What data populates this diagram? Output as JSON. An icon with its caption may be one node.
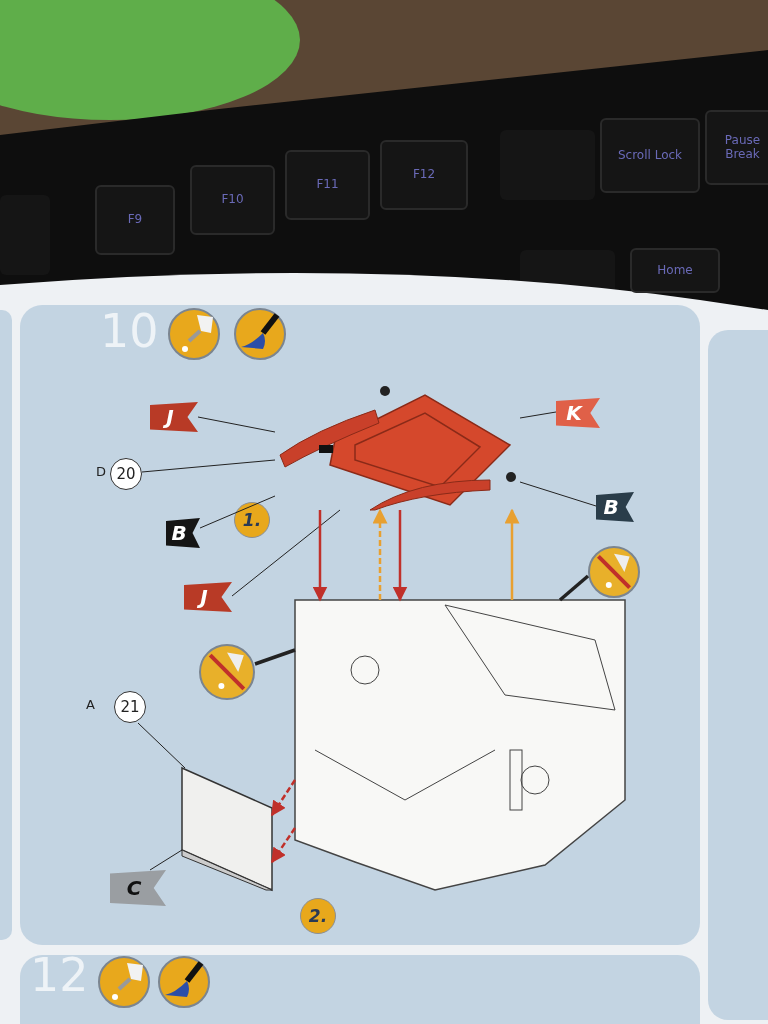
{
  "diagram": {
    "nodes": [
      {
        "text": [
          "J"
        ]
      },
      {
        "text": [
          "K"
        ]
      },
      {
        "text": [
          "20"
        ],
        "beside": [
          "D"
        ]
      },
      {
        "text": [
          "B"
        ]
      },
      {
        "text": [
          "B"
        ]
      },
      {
        "text": [
          "J"
        ]
      },
      {
        "text": [
          "21"
        ],
        "beside": [
          "A"
        ]
      },
      {
        "text": [
          "C"
        ]
      },
      {
        "text": [],
        "shape": "picture"
      },
      {
        "text": [],
        "shape": "picture"
      },
      {
        "text": [],
        "shape": "picture"
      },
      {
        "text": [],
        "shape": "picture"
      },
      {
        "text": [],
        "shape": "picture"
      }
    ],
    "edges": [
      {
        "from": 0,
        "to": 10,
        "arrow": "none"
      },
      {
        "from": 1,
        "to": 10,
        "arrow": "none"
      },
      {
        "from": 2,
        "to": 10,
        "arrow": "none"
      },
      {
        "from": 3,
        "to": 10,
        "arrow": "none"
      },
      {
        "from": 4,
        "to": 10,
        "arrow": "none"
      },
      {
        "from": 5,
        "to": 10,
        "arrow": "none"
      },
      {
        "from": 6,
        "to": 12,
        "arrow": "none"
      },
      {
        "from": 7,
        "to": 12,
        "arrow": "none"
      },
      {
        "from": 8,
        "to": 11,
        "arrow": "none",
        "style": "thick"
      },
      {
        "from": 9,
        "to": 11,
        "arrow": "none",
        "style": "thick"
      },
      {
        "from": 10,
        "to": 11,
        "arrow": "to",
        "color": "#c0302a"
      },
      {
        "from": 10,
        "to": 11,
        "arrow": "to",
        "color": "#c0302a"
      },
      {
        "from": 11,
        "to": 10,
        "arrow": "to",
        "style": "dashed",
        "color": "#e8a030"
      },
      {
        "from": 11,
        "to": 10,
        "arrow": "to",
        "color": "#e8a030"
      },
      {
        "from": 11,
        "to": 12,
        "arrow": "to",
        "style": "dashed",
        "color": "#c0302a"
      },
      {
        "from": 11,
        "to": 12,
        "arrow": "to",
        "style": "dashed",
        "color": "#c0302a"
      }
    ],
    "labels": [
      "F9",
      "F10",
      "F11",
      "F12",
      "Scroll Lock",
      "Pause Break",
      "Home",
      "10",
      "1.",
      "2.",
      "12"
    ]
  }
}
